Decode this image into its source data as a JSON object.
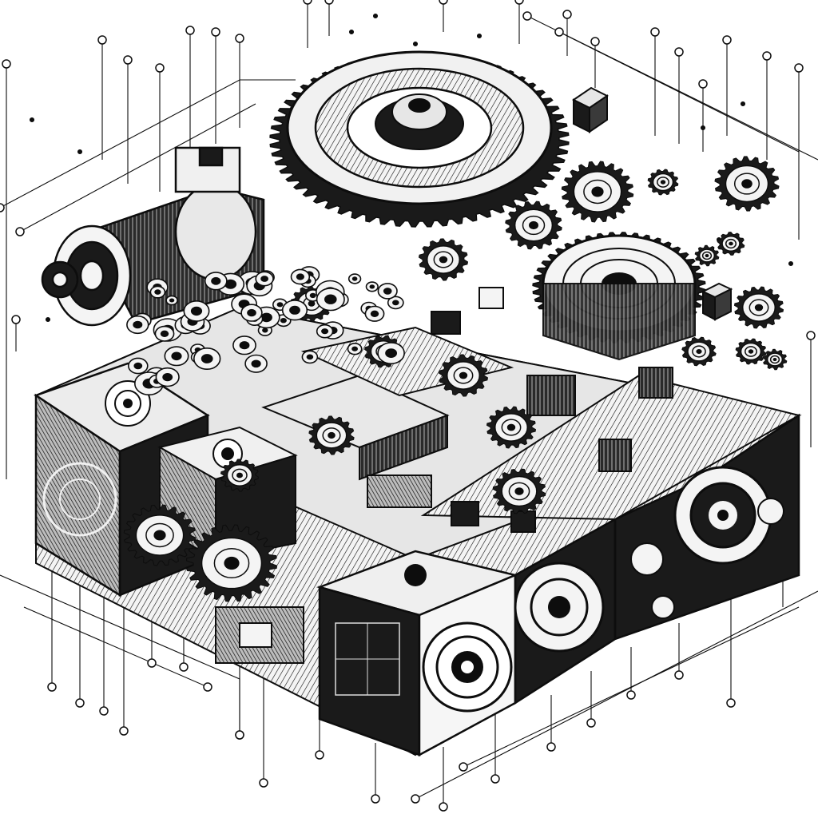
{
  "colors": {
    "background": "#ffffff",
    "ink": "#0d0d0d",
    "light_face": "#f4f4f4",
    "mid_face": "#b9b9b9",
    "dark_face": "#1a1a1a"
  },
  "scene": {
    "style": "monochrome ink line art, isometric machinery",
    "elements": [
      "platform-base",
      "left-cube",
      "front-cube",
      "center-cube",
      "right-cube",
      "large-top-gear",
      "right-disc-gear",
      "cylindrical-drum",
      "small-gear-cluster",
      "scattered-gears",
      "circuit-traces-with-nodes"
    ]
  }
}
